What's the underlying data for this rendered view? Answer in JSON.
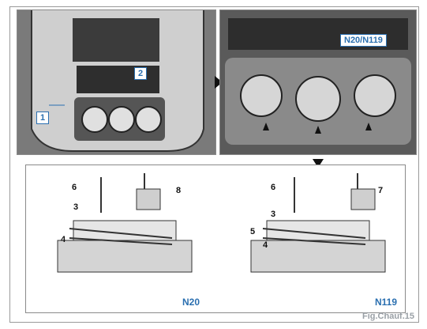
{
  "figure": {
    "caption": "Fig.Chauf.15",
    "photo_left": {
      "callouts": [
        {
          "label": "1"
        },
        {
          "label": "2"
        }
      ]
    },
    "photo_right": {
      "callout": "N20/N119"
    },
    "diagram_left": {
      "labels": [
        "6",
        "8",
        "3",
        "4"
      ],
      "unit": "N20"
    },
    "diagram_right": {
      "labels": [
        "6",
        "7",
        "3",
        "5",
        "4"
      ],
      "unit": "N119"
    }
  }
}
